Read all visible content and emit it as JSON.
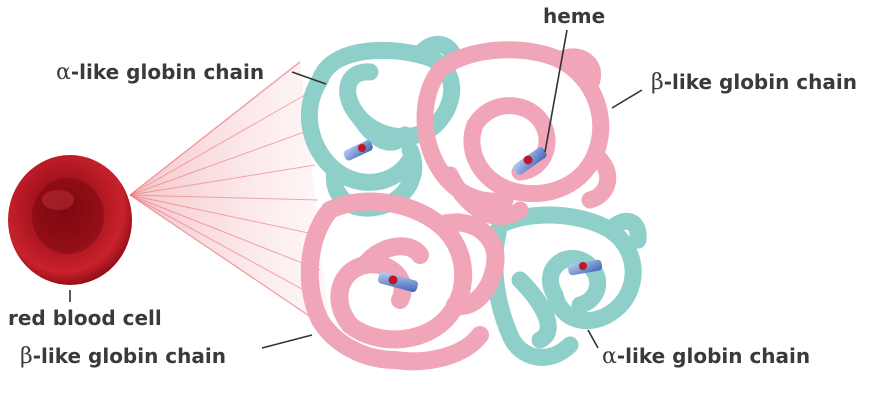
{
  "labels": {
    "alpha_top": {
      "greek": "α",
      "rest": "-like globin chain"
    },
    "beta_top": {
      "greek": "β",
      "rest": "-like globin chain"
    },
    "heme": "heme",
    "red_blood_cell": "red blood cell",
    "beta_bottom": {
      "greek": "β",
      "rest": "-like globin chain"
    },
    "alpha_bottom": {
      "greek": "α",
      "rest": "-like globin chain"
    }
  },
  "colors": {
    "alpha_chain": "#8ecfc9",
    "beta_chain": "#f0a6b8",
    "blood_cell": "#b5121b",
    "heme_blue": "#4f76c4",
    "heme_red": "#c0162a",
    "label_text": "#3a3a3a"
  }
}
